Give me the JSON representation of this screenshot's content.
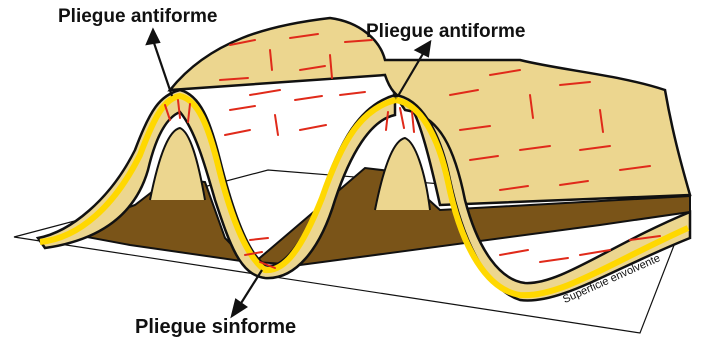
{
  "labels": {
    "antiform_left": "Pliegue antiforme",
    "antiform_right": "Pliegue antiforme",
    "sinform": "Pliegue sinforme",
    "envelope_surface": "Superficie envolvente"
  },
  "colors": {
    "fold_surface": "#ecd68f",
    "fold_shadow": "#dcc278",
    "bedding_edge": "#ffd800",
    "fractures": "#e02a1a",
    "ground_dark": "#7a5418",
    "outline": "#111111"
  }
}
